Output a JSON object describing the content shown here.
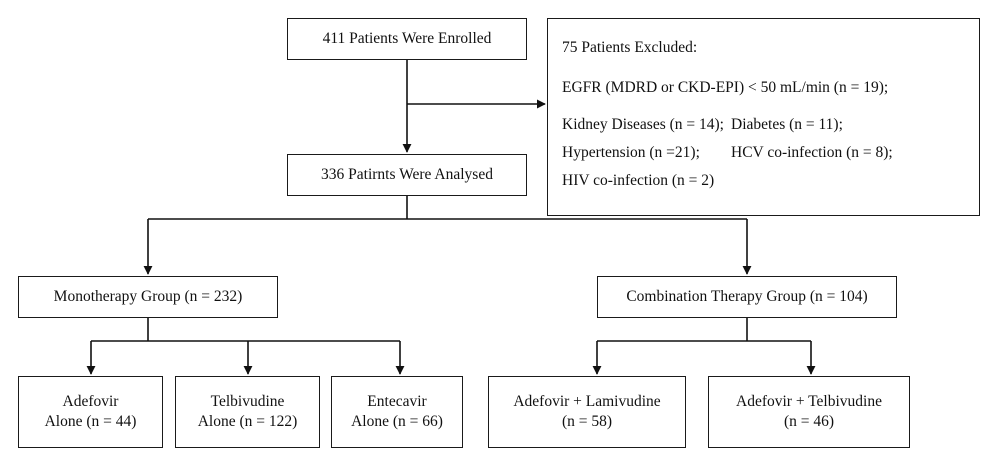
{
  "enrolled": "411 Patients Were Enrolled",
  "analysed": "336 Patirnts Were Analysed",
  "excluded": {
    "title": "75 Patients Excluded:",
    "egfr": "EGFR (MDRD or CKD-EPI) < 50 mL/min (n = 19);",
    "kidney": "Kidney Diseases (n = 14);",
    "diabetes": "Diabetes (n = 11);",
    "hypertension": "Hypertension (n =21);",
    "hcv": "HCV co-infection (n = 8);",
    "hiv": "HIV co-infection (n = 2)"
  },
  "mono": "Monotherapy Group (n = 232)",
  "combo": "Combination Therapy Group (n = 104)",
  "adefovir": {
    "l1": "Adefovir",
    "l2": "Alone (n = 44)"
  },
  "telbivudine": {
    "l1": "Telbivudine",
    "l2": "Alone (n = 122)"
  },
  "entecavir": {
    "l1": "Entecavir",
    "l2": "Alone (n = 66)"
  },
  "adl": {
    "l1": "Adefovir + Lamivudine",
    "l2": "(n = 58)"
  },
  "adt": {
    "l1": "Adefovir + Telbivudine",
    "l2": "(n = 46)"
  }
}
